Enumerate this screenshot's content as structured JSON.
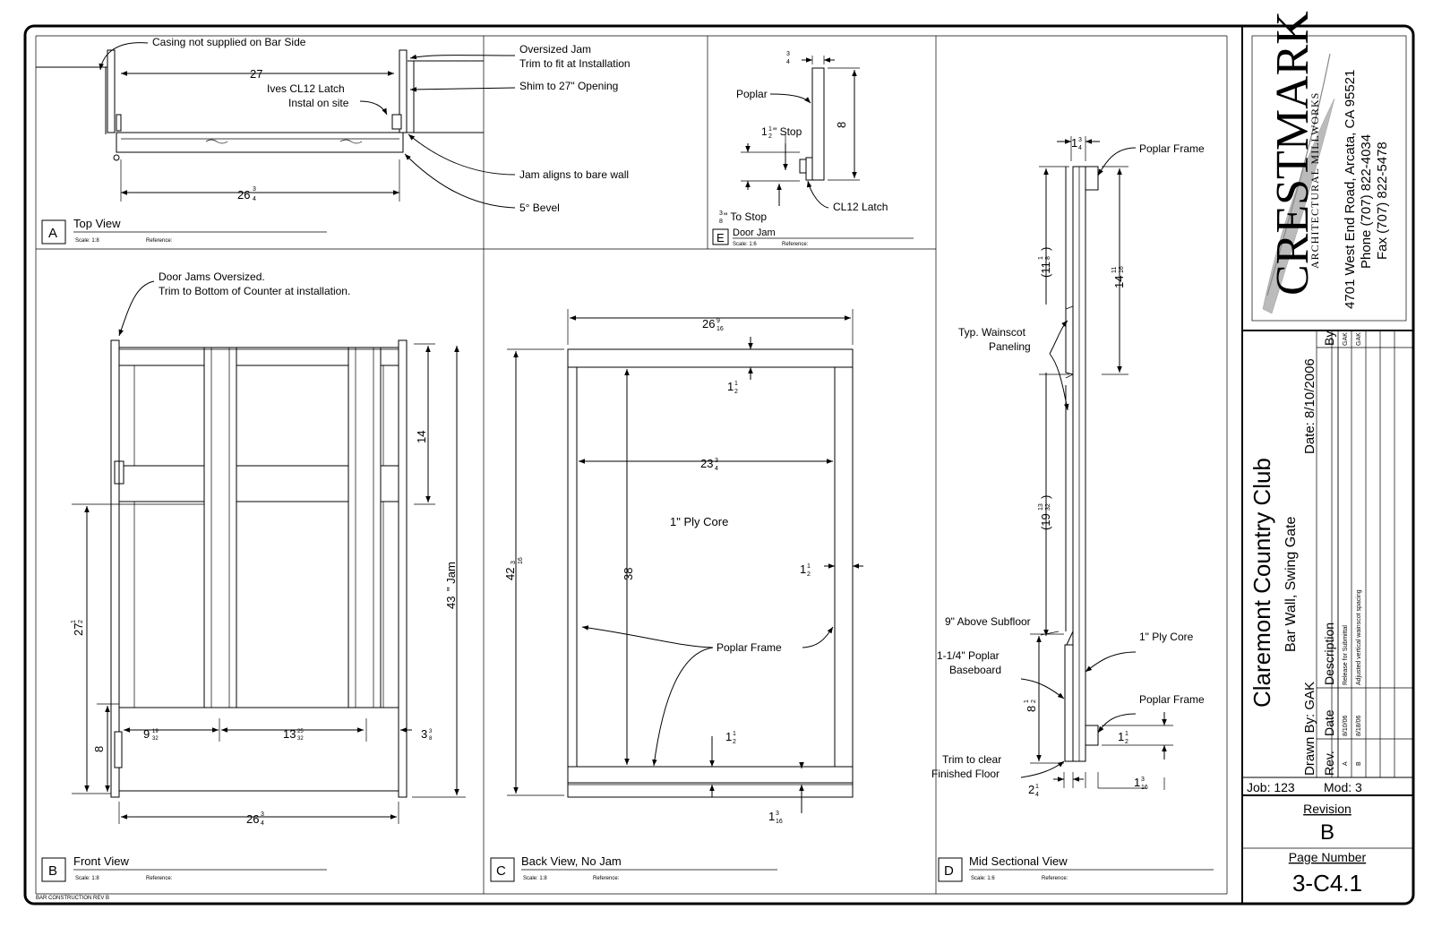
{
  "sheet": {
    "footer_note": "BAR CONSTRUCTION REV B"
  },
  "views": {
    "a": {
      "letter": "A",
      "title": "Top View",
      "scale": "Scale:  1:8",
      "reference": "Reference:"
    },
    "b": {
      "letter": "B",
      "title": "Front View",
      "scale": "Scale:  1:8",
      "reference": "Reference:"
    },
    "c": {
      "letter": "C",
      "title": "Back View, No Jam",
      "scale": "Scale:  1:8",
      "reference": "Reference:"
    },
    "d": {
      "letter": "D",
      "title": "Mid Sectional View",
      "scale": "Scale:  1:6",
      "reference": "Reference:"
    },
    "e": {
      "letter": "E",
      "title": "Door Jam",
      "scale": "Scale:  1:6",
      "reference": "Reference:"
    }
  },
  "notes_a": {
    "casing": "Casing not supplied on Bar Side",
    "oversized1": "Oversized Jam",
    "oversized2": "Trim to fit at Installation",
    "shim": "Shim to 27\" Opening",
    "latch1": "Ives CL12 Latch",
    "latch2": "Instal on site",
    "jam_aligns": "Jam aligns to bare wall",
    "bevel": "5° Bevel",
    "dim_27": "27",
    "dim_26": "26"
  },
  "notes_b": {
    "jams1": "Door Jams Oversized.",
    "jams2": "Trim to Bottom of Counter at installation.",
    "dim_27": "27",
    "dim_8": "8",
    "dim_9": "9",
    "dim_13": "13",
    "dim_3": "3",
    "dim_26": "26",
    "dim_14": "14",
    "dim_43": "43",
    "jam": "\" Jam"
  },
  "notes_c": {
    "ply_core": "1\" Ply Core",
    "poplar_frame": "Poplar Frame",
    "dim_26": "26",
    "dim_23": "23",
    "dim_42": "42",
    "dim_38": "38",
    "dim_1a": "1",
    "dim_1b": "1",
    "dim_1c": "1",
    "dim_1d": "1"
  },
  "notes_d": {
    "poplar_frame_top": "Poplar Frame",
    "wainscot1": "Typ. Wainscot",
    "wainscot2": "Paneling",
    "above_subfloor": "9\" Above Subfloor",
    "ply_core": "1\" Ply Core",
    "baseboard1": "1-1/4\" Poplar",
    "baseboard2": "Baseboard",
    "poplar_frame_bot": "Poplar Frame",
    "trim1": "Trim to clear",
    "trim2": "Finished Floor",
    "dim_1top": "1",
    "dim_11": "(11",
    "dim_14": "14",
    "dim_19": "(19",
    "dim_8": "8",
    "dim_1r": "1",
    "dim_1b": "1",
    "dim_2": "2"
  },
  "notes_e": {
    "poplar": "Poplar",
    "stop": "\" Stop",
    "stop_n": "1",
    "to_stop": "\" To Stop",
    "latch": "CL12 Latch",
    "dim_8": "8"
  },
  "title_block": {
    "company": "CRESTMARK",
    "company_sub": "ARCHITECTURAL MILLWORKS",
    "address": "4701 West End Road, Arcata, CA 95521",
    "phone": "Phone (707) 822-4034",
    "fax": "Fax (707) 822-5478",
    "project": "Claremont Country Club",
    "subtitle": "Bar Wall, Swing Gate",
    "date_label": "Date:  8/10/2006",
    "drawn_by": "Drawn By:  GAK",
    "rev_headers": {
      "rev": "Rev.",
      "date": "Date",
      "desc": "Description",
      "by": "By"
    },
    "revisions": [
      {
        "rev": "A",
        "date": "8/10/06",
        "desc": "Release for Submittal",
        "by": "GAK"
      },
      {
        "rev": "B",
        "date": "8/18/06",
        "desc": "Adjusted vertical wainscot spacing",
        "by": "GAK"
      }
    ],
    "job": "Job: 123",
    "mod": "Mod: 3",
    "revision_label": "Revision",
    "revision_value": "B",
    "page_label": "Page Number",
    "page_value": "3-C4.1"
  }
}
